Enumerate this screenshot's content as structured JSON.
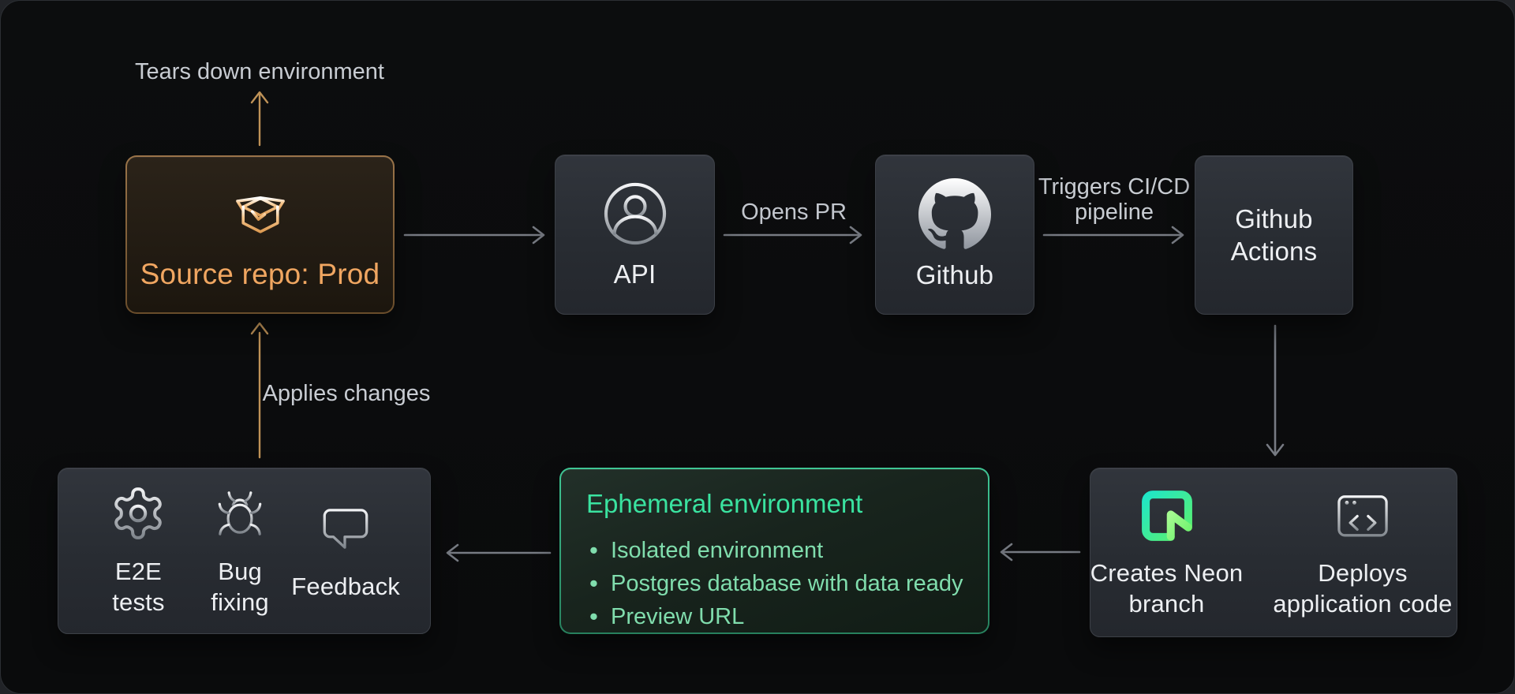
{
  "diagram": {
    "edge_labels": {
      "tears_down": "Tears down environment",
      "opens_pr": "Opens PR",
      "triggers_cicd": "Triggers CI/CD pipeline",
      "applies_changes": "Applies changes"
    },
    "nodes": {
      "source_repo": {
        "label": "Source repo: Prod",
        "icon": "open-box-icon"
      },
      "api": {
        "label": "API",
        "icon": "user-icon"
      },
      "github": {
        "label": "Github",
        "icon": "github-icon"
      },
      "github_actions": {
        "label": "Github Actions"
      },
      "feedback_loop": {
        "items": [
          {
            "label": "E2E tests",
            "icon": "gear-icon"
          },
          {
            "label": "Bug fixing",
            "icon": "bug-icon"
          },
          {
            "label": "Feedback",
            "icon": "chat-bubble-icon"
          }
        ]
      },
      "ephemeral": {
        "title": "Ephemeral environment",
        "bullets": [
          "Isolated environment",
          "Postgres database with data ready",
          "Preview URL"
        ]
      },
      "neon_deploy": {
        "items": [
          {
            "label": "Creates Neon branch",
            "icon": "neon-logo-icon"
          },
          {
            "label": "Deploys application code",
            "icon": "browser-code-icon"
          }
        ]
      }
    },
    "colors": {
      "canvas_bg": "#0c0d0e",
      "node_bg": "#2b2f36",
      "amber_text": "#f0a661",
      "amber_arrow": "#bf9257",
      "green_title": "#3ae3a0",
      "green_soft": "#80ddad",
      "green_border": "#35b184",
      "neon_cyan": "#1fe5c7",
      "neon_green": "#63f655",
      "arrow_gray": "#777b83",
      "label_gray": "#c8ccd2"
    }
  }
}
